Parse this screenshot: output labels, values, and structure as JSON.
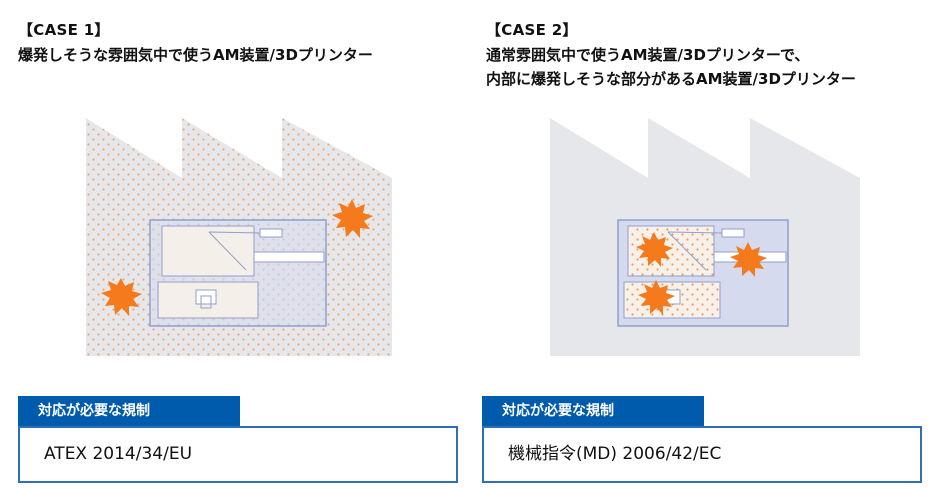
{
  "colors": {
    "factory": "#e6e7ea",
    "machine_outline": "#8f9fcf",
    "machine_fill": "#d5daee",
    "hazard_dot": "#f39a5a",
    "explosion": "#f47a1b",
    "regulation_header": "#005bac",
    "regulation_border": "#2f6fb4"
  },
  "icons": {
    "explosion": "explosion-burst-icon"
  },
  "case1": {
    "label": "【CASE 1】",
    "title_lines": [
      "爆発しそうな雰囲気中で使うAM装置/3Dプリンター"
    ],
    "regulation_header": "対応が必要な規制",
    "regulation": "ATEX 2014/34/EU"
  },
  "case2": {
    "label": "【CASE 2】",
    "title_lines": [
      "通常雰囲気中で使うAM装置/3Dプリンターで、",
      "内部に爆発しそうな部分があるAM装置/3Dプリンター"
    ],
    "regulation_header": "対応が必要な規制",
    "regulation": "機械指令(MD) 2006/42/EC"
  }
}
